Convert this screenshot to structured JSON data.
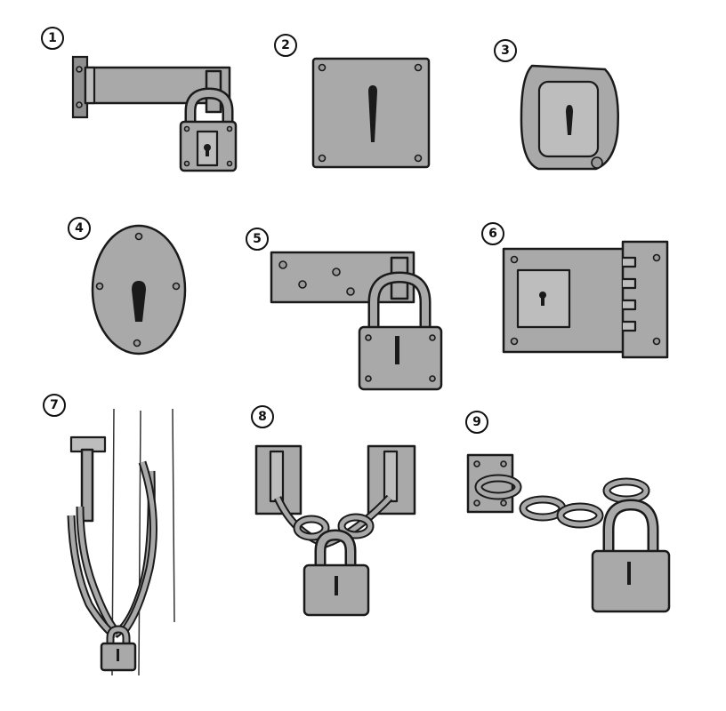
{
  "sheet": {
    "labels": [
      "1",
      "2",
      "3",
      "4",
      "5",
      "6",
      "7",
      "8",
      "9"
    ]
  },
  "colors": {
    "metal": "#a9a9a9",
    "metal_light": "#bdbdbd",
    "outline": "#1a1a1a",
    "background": "#ffffff"
  }
}
